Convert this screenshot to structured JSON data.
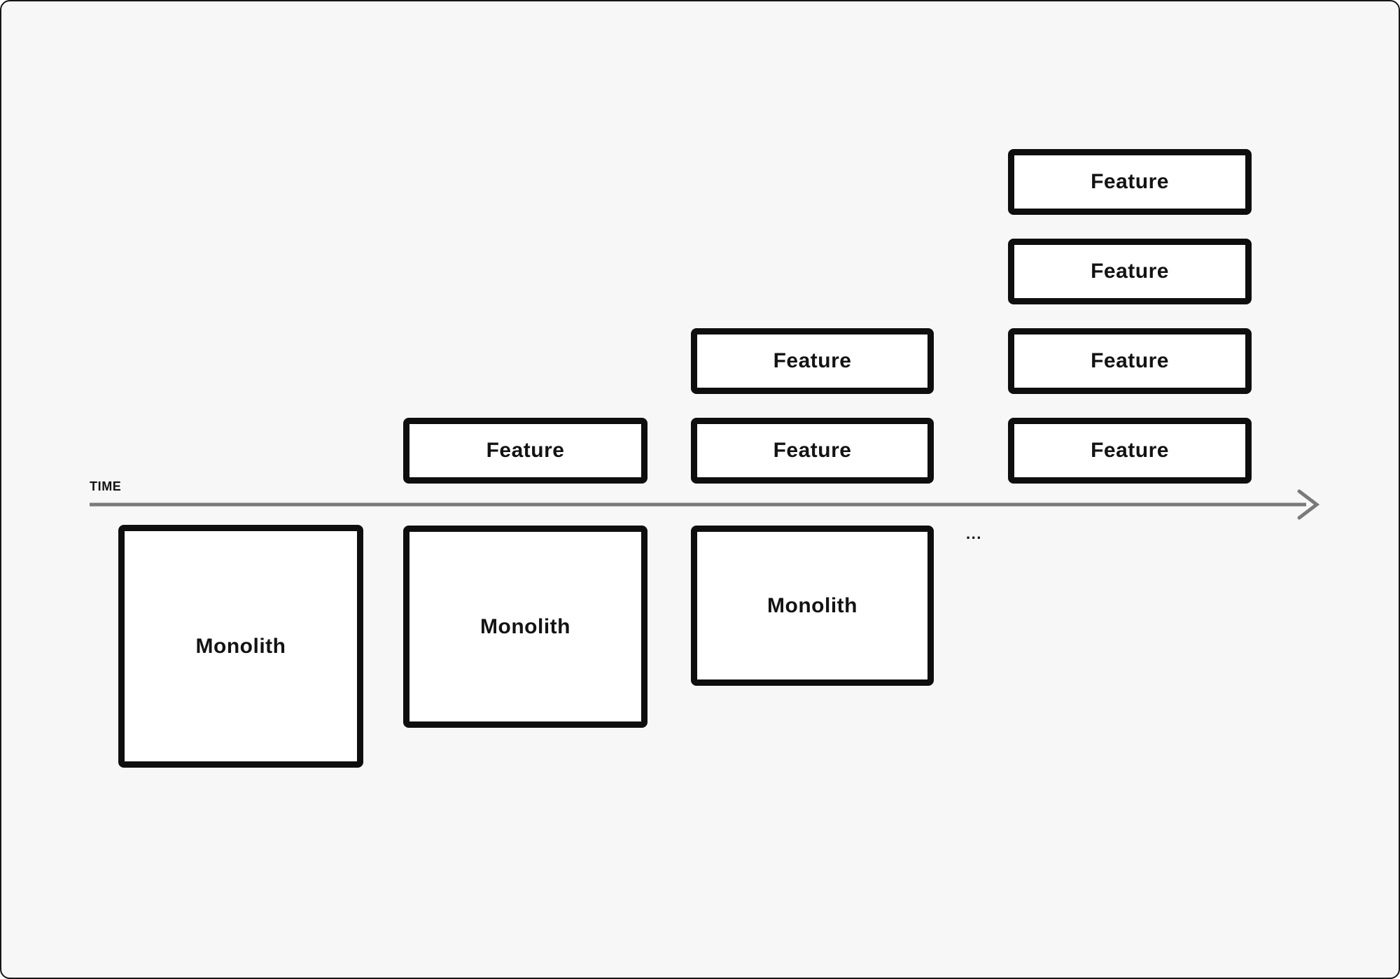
{
  "timeline": {
    "label": "TIME"
  },
  "stages": [
    {
      "features": [],
      "monolith": {
        "label": "Monolith"
      }
    },
    {
      "features": [
        {
          "label": "Feature"
        }
      ],
      "monolith": {
        "label": "Monolith"
      }
    },
    {
      "features": [
        {
          "label": "Feature"
        },
        {
          "label": "Feature"
        }
      ],
      "monolith": {
        "label": "Monolith"
      }
    },
    {
      "features": [
        {
          "label": "Feature"
        },
        {
          "label": "Feature"
        },
        {
          "label": "Feature"
        },
        {
          "label": "Feature"
        }
      ]
    }
  ],
  "ellipsis": "...",
  "colors": {
    "canvas_bg": "#f7f7f8",
    "frame_border": "#161616",
    "box_fill": "#ffffff",
    "box_border": "#0e0e0e",
    "text": "#131313",
    "axis": "#7a7a7a"
  }
}
